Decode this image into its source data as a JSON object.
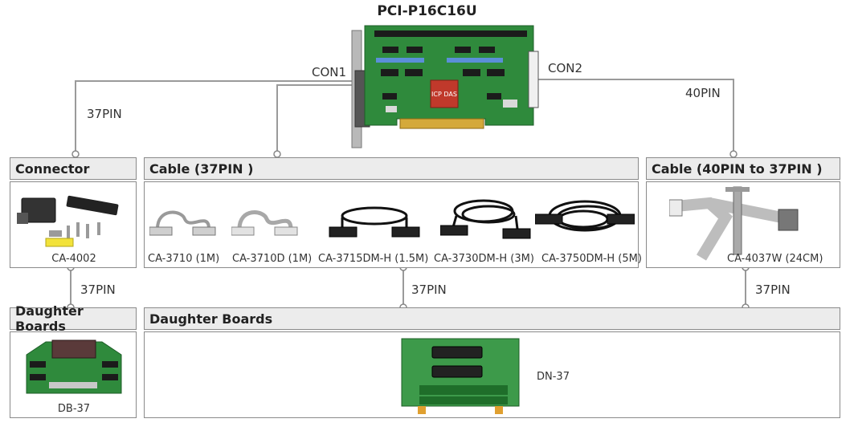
{
  "title": "PCI-P16C16U",
  "board": {
    "chip_text": "ICP DAS"
  },
  "connectors": {
    "con1": "CON1",
    "con2": "CON2"
  },
  "pin_labels": {
    "left_top": "37PIN",
    "right_top": "40PIN",
    "left_mid": "37PIN",
    "center_mid": "37PIN",
    "right_mid": "37PIN"
  },
  "sections": {
    "connector": {
      "header": "Connector",
      "items": [
        {
          "caption": "CA-4002"
        }
      ]
    },
    "cable37": {
      "header": "Cable (37PIN )",
      "items": [
        {
          "caption": "CA-3710 (1M)"
        },
        {
          "caption": "CA-3710D (1M)"
        },
        {
          "caption": "CA-3715DM-H (1.5M)"
        },
        {
          "caption": "CA-3730DM-H (3M)"
        },
        {
          "caption": "CA-3750DM-H (5M)"
        }
      ]
    },
    "cable40": {
      "header": "Cable (40PIN  to 37PIN )",
      "items": [
        {
          "caption": "CA-4037W (24CM)"
        }
      ]
    },
    "daughter_left": {
      "header": "Daughter Boards",
      "items": [
        {
          "caption": "DB-37"
        }
      ]
    },
    "daughter_main": {
      "header": "Daughter Boards",
      "items": [
        {
          "caption": "DN-37"
        }
      ]
    }
  },
  "colors": {
    "header_bg": "#ececec",
    "border": "#8a8a8a",
    "line": "#9a9a9a",
    "pcb_green": "#2f8a3c"
  }
}
